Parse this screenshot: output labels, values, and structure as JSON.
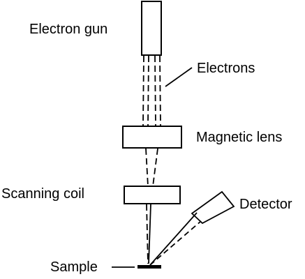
{
  "labels": {
    "electron_gun": "Electron gun",
    "electrons": "Electrons",
    "magnetic_lens": "Magnetic lens",
    "scanning_coil": "Scanning coil",
    "detector": "Detector",
    "sample": "Sample"
  },
  "colors": {
    "stroke": "#000000",
    "background": "#ffffff"
  }
}
